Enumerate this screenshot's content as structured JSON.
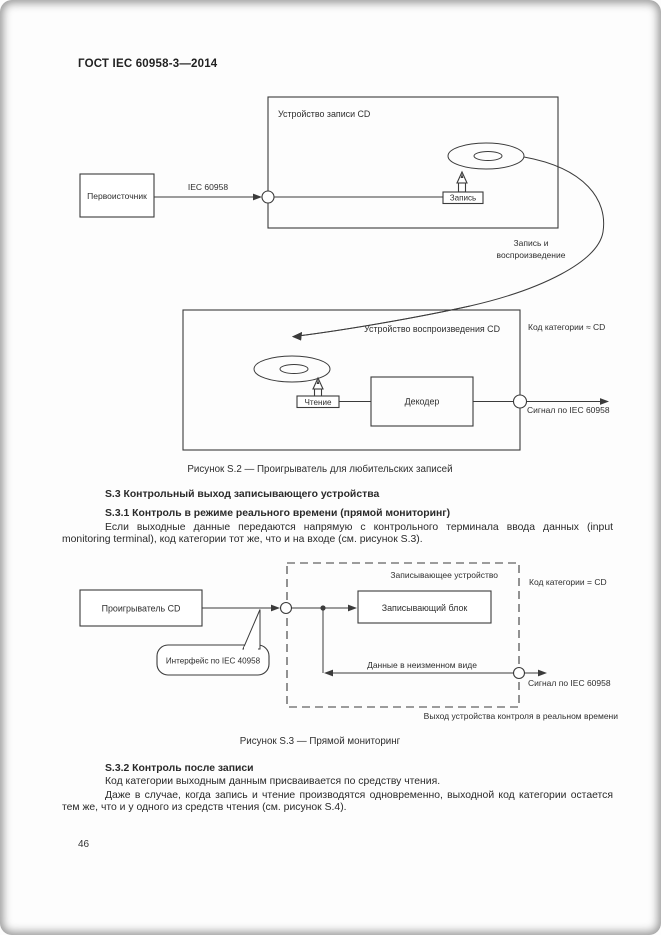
{
  "page": {
    "header": "ГОСТ IEC 60958-3—2014",
    "page_number": "46"
  },
  "fig_s2": {
    "caption": "Рисунок S.2 — Проигрыватель для любительских записей",
    "source_box": "Первоисточник",
    "iec_line_label": "IEC 60958",
    "recorder_box_title": "Устройство записи CD",
    "record_label": "Запись",
    "curve_label_line1": "Запись и",
    "curve_label_line2": "воспроизведение",
    "player_box_title": "Устройство воспроизведения CD",
    "category_code_label": "Код категории ≈ CD",
    "read_label": "Чтение",
    "decoder_label": "Декодер",
    "signal_label": "Сигнал по IEC 60958"
  },
  "section_s3": {
    "heading": "S.3 Контрольный выход записывающего устройства",
    "s31_heading": "S.3.1 Контроль в режиме реального времени (прямой мониторинг)",
    "s31_body": "Если выходные данные передаются напрямую с контрольного терминала ввода данных (input monitoring terminal), код категории тот же, что и на входе (см. рисунок S.3)."
  },
  "fig_s3": {
    "caption": "Рисунок S.3 — Прямой мониторинг",
    "player_box": "Проигрыватель CD",
    "recorder_title": "Записывающее устройство",
    "category_code_label": "Код категории = CD",
    "recording_block": "Записывающий блок",
    "interface_callout": "Интерфейс по IEC 40958",
    "data_unchanged_label": "Данные в неизменном виде",
    "signal_label": "Сигнал по IEC 60958",
    "monitor_output_label": "Выход устройства контроля в реальном времени"
  },
  "section_s32": {
    "heading": "S.3.2 Контроль после записи",
    "body1": "Код категории выходным данным присваивается по средству чтения.",
    "body2": "Даже в случае, когда запись и чтение производятся одновременно, выходной код категории остается тем же, что и у одного из средств чтения (см. рисунок S.4)."
  }
}
